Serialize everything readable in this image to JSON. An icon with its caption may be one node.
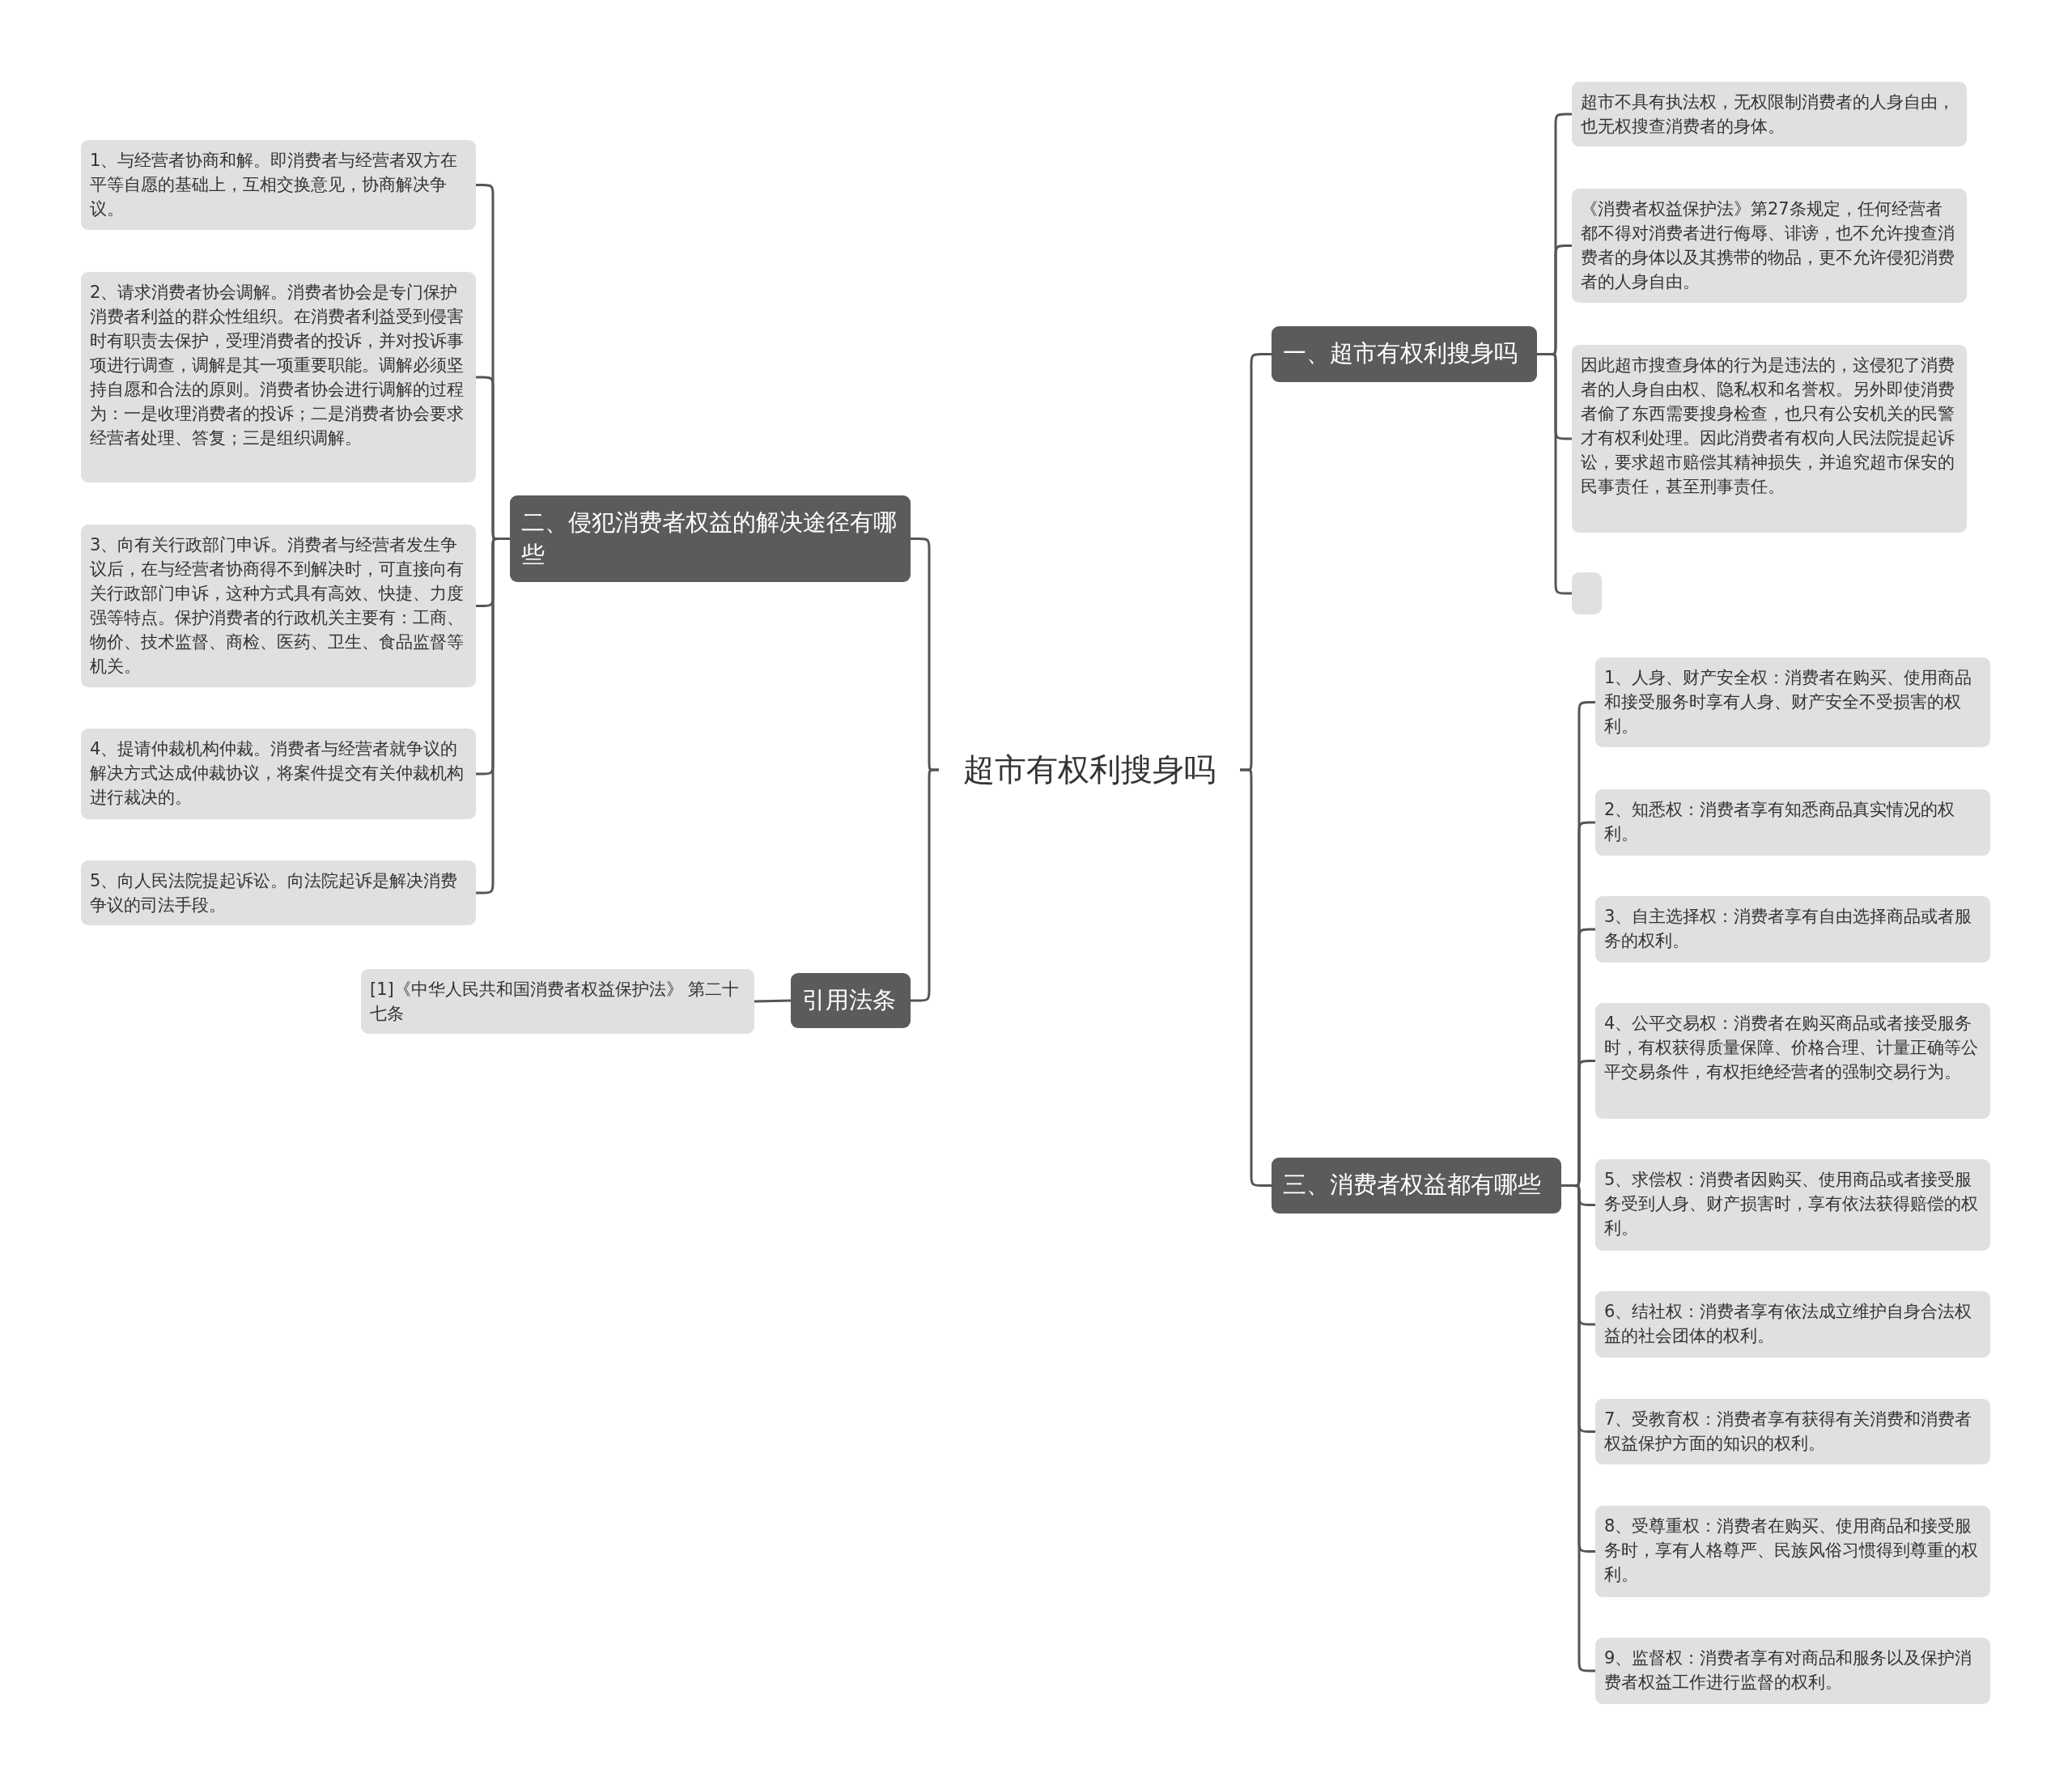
{
  "diagram": {
    "nodes": [
      {
        "text": [
          "超市有权利搜身吗"
        ]
      },
      {
        "text": [
          "一、超市有权利搜身吗"
        ]
      },
      {
        "text": [
          "超市不具有执法权，无权限制消费者的人身自由，也无权搜查消费者的身体。"
        ]
      },
      {
        "text": [
          "《消费者权益保护法》第27条规定，任何经营者都不得对消费者进行侮辱、诽谤，也不允许搜查消费者的身体以及其携带的物品，更不允许侵犯消费者的人身自由。"
        ]
      },
      {
        "text": [
          "因此超市搜查身体的行为是违法的，这侵犯了消费者的人身自由权、隐私权和名誉权。另外即使消费者偷了东西需要搜身检查，也只有公安机关的民警才有权利处理。因此消费者有权向人民法院提起诉讼，要求超市赔偿其精神损失，并追究超市保安的民事责任，甚至刑事责任。"
        ]
      },
      {
        "text": [],
        "shape": "box"
      },
      {
        "text": [
          "三、消费者权益都有哪些"
        ]
      },
      {
        "text": [
          "1、人身、财产安全权：消费者在购买、使用商品和接受服务时享有人身、财产安全不受损害的权利。"
        ]
      },
      {
        "text": [
          "2、知悉权：消费者享有知悉商品真实情况的权利。"
        ]
      },
      {
        "text": [
          "3、自主选择权：消费者享有自由选择商品或者服务的权利。"
        ]
      },
      {
        "text": [
          "4、公平交易权：消费者在购买商品或者接受服务时，有权获得质量保障、价格合理、计量正确等公平交易条件，有权拒绝经营者的强制交易行为。"
        ]
      },
      {
        "text": [
          "5、求偿权：消费者因购买、使用商品或者接受服务受到人身、财产损害时，享有依法获得赔偿的权利。"
        ]
      },
      {
        "text": [
          "6、结社权：消费者享有依法成立维护自身合法权益的社会团体的权利。"
        ]
      },
      {
        "text": [
          "7、受教育权：消费者享有获得有关消费和消费者权益保护方面的知识的权利。"
        ]
      },
      {
        "text": [
          "8、受尊重权：消费者在购买、使用商品和接受服务时，享有人格尊严、民族风俗习惯得到尊重的权利。"
        ]
      },
      {
        "text": [
          "9、监督权：消费者享有对商品和服务以及保护消费者权益工作进行监督的权利。"
        ]
      },
      {
        "text": [
          "二、侵犯消费者权益的解决途径有哪些"
        ]
      },
      {
        "text": [
          "1、与经营者协商和解。即消费者与经营者双方在平等自愿的基础上，互相交换意见，协商解决争议。"
        ]
      },
      {
        "text": [
          "2、请求消费者协会调解。消费者协会是专门保护消费者利益的群众性组织。在消费者利益受到侵害时有职责去保护，受理消费者的投诉，并对投诉事项进行调查，调解是其一项重要职能。调解必须坚持自愿和合法的原则。消费者协会进行调解的过程为：一是收理消费者的投诉；二是消费者协会要求经营者处理、答复；三是组织调解。"
        ]
      },
      {
        "text": [
          "3、向有关行政部门申诉。消费者与经营者发生争议后，在与经营者协商得不到解决时，可直接向有关行政部门申诉，这种方式具有高效、快捷、力度强等特点。保护消费者的行政机关主要有：工商、物价、技术监督、商检、医药、卫生、食品监督等机关。"
        ]
      },
      {
        "text": [
          "4、提请仲裁机构仲裁。消费者与经营者就争议的解决方式达成仲裁协议，将案件提交有关仲裁机构进行裁决的。"
        ]
      },
      {
        "text": [
          "5、向人民法院提起诉讼。向法院起诉是解决消费争议的司法手段。"
        ]
      },
      {
        "text": [
          "引用法条"
        ]
      },
      {
        "text": [
          "[1]《中华人民共和国消费者权益保护法》 第二十七条"
        ]
      }
    ],
    "edges": [
      {
        "from": 0,
        "to": 1,
        "arrow": "none"
      },
      {
        "from": 0,
        "to": 6,
        "arrow": "none"
      },
      {
        "from": 0,
        "to": 16,
        "arrow": "none"
      },
      {
        "from": 0,
        "to": 22,
        "arrow": "none"
      },
      {
        "from": 1,
        "to": 2,
        "arrow": "none"
      },
      {
        "from": 1,
        "to": 3,
        "arrow": "none"
      },
      {
        "from": 1,
        "to": 4,
        "arrow": "none"
      },
      {
        "from": 1,
        "to": 5,
        "arrow": "none"
      },
      {
        "from": 6,
        "to": 7,
        "arrow": "none"
      },
      {
        "from": 6,
        "to": 8,
        "arrow": "none"
      },
      {
        "from": 6,
        "to": 9,
        "arrow": "none"
      },
      {
        "from": 6,
        "to": 10,
        "arrow": "none"
      },
      {
        "from": 6,
        "to": 11,
        "arrow": "none"
      },
      {
        "from": 6,
        "to": 12,
        "arrow": "none"
      },
      {
        "from": 6,
        "to": 13,
        "arrow": "none"
      },
      {
        "from": 6,
        "to": 14,
        "arrow": "none"
      },
      {
        "from": 6,
        "to": 15,
        "arrow": "none"
      },
      {
        "from": 16,
        "to": 17,
        "arrow": "none"
      },
      {
        "from": 16,
        "to": 18,
        "arrow": "none"
      },
      {
        "from": 16,
        "to": 19,
        "arrow": "none"
      },
      {
        "from": 16,
        "to": 20,
        "arrow": "none"
      },
      {
        "from": 16,
        "to": 21,
        "arrow": "none"
      },
      {
        "from": 22,
        "to": 23,
        "arrow": "none"
      }
    ]
  }
}
